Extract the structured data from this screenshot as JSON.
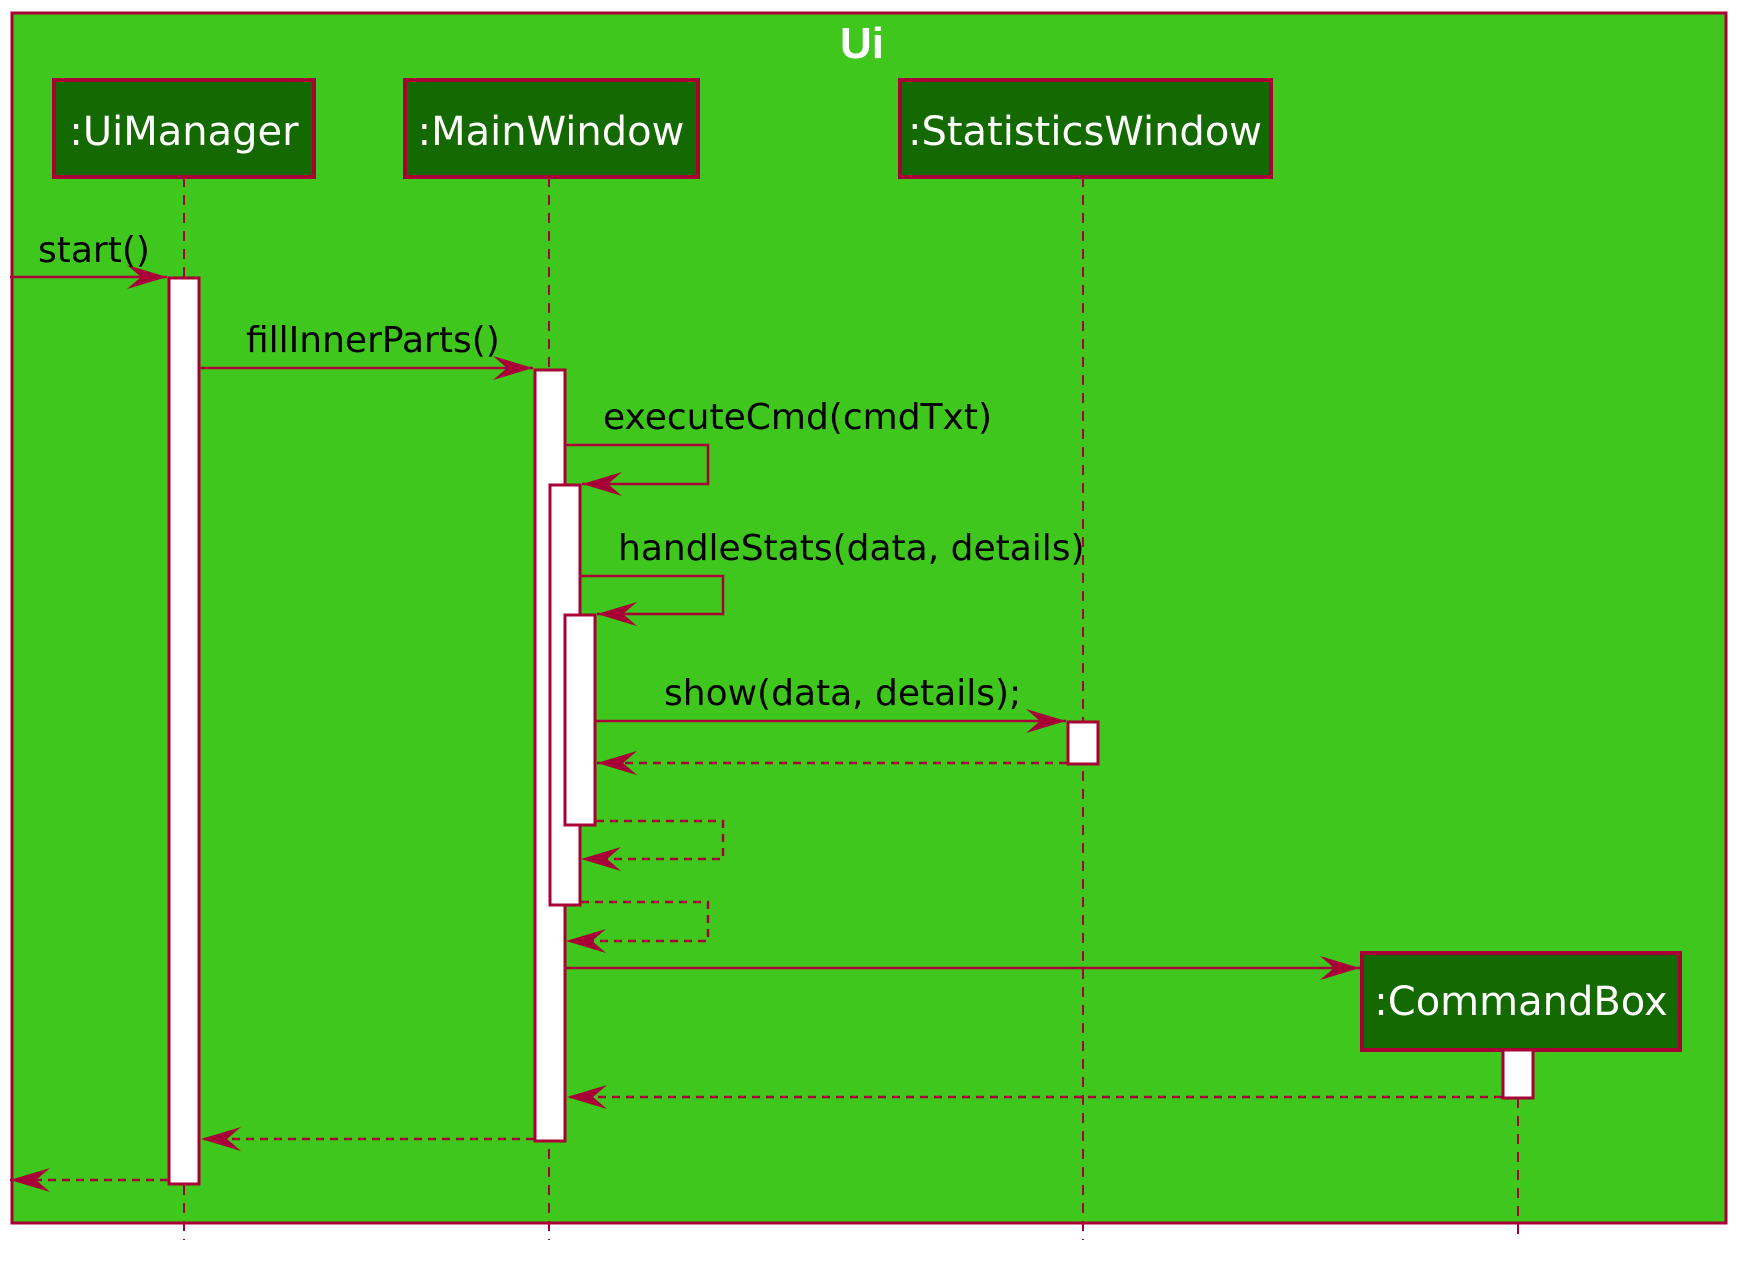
{
  "diagram": {
    "type": "sequence",
    "frame": {
      "title": "Ui"
    },
    "participants": [
      {
        "id": "uimanager",
        "label": ":UiManager"
      },
      {
        "id": "mainwindow",
        "label": ":MainWindow"
      },
      {
        "id": "statisticswindow",
        "label": ":StatisticsWindow"
      },
      {
        "id": "commandbox",
        "label": ":CommandBox",
        "created": true
      }
    ],
    "messages": [
      {
        "id": "start",
        "from": "external",
        "to": "uimanager",
        "label": "start()",
        "kind": "sync"
      },
      {
        "id": "fill-inner-parts",
        "from": "uimanager",
        "to": "mainwindow",
        "label": "fillInnerParts()",
        "kind": "sync"
      },
      {
        "id": "execute-cmd",
        "from": "mainwindow",
        "to": "mainwindow",
        "label": "executeCmd(cmdTxt)",
        "kind": "self"
      },
      {
        "id": "handle-stats",
        "from": "mainwindow",
        "to": "mainwindow",
        "label": "handleStats(data, details)",
        "kind": "self"
      },
      {
        "id": "show",
        "from": "mainwindow",
        "to": "statisticswindow",
        "label": "show(data, details);",
        "kind": "sync"
      },
      {
        "id": "show-return",
        "from": "statisticswindow",
        "to": "mainwindow",
        "label": "",
        "kind": "return"
      },
      {
        "id": "handle-stats-return",
        "from": "mainwindow",
        "to": "mainwindow",
        "label": "",
        "kind": "self-return"
      },
      {
        "id": "execute-cmd-return",
        "from": "mainwindow",
        "to": "mainwindow",
        "label": "",
        "kind": "self-return"
      },
      {
        "id": "create-commandbox",
        "from": "mainwindow",
        "to": "commandbox",
        "label": "",
        "kind": "create"
      },
      {
        "id": "commandbox-return",
        "from": "commandbox",
        "to": "mainwindow",
        "label": "",
        "kind": "return"
      },
      {
        "id": "fill-inner-parts-return",
        "from": "mainwindow",
        "to": "uimanager",
        "label": "",
        "kind": "return"
      },
      {
        "id": "start-return",
        "from": "uimanager",
        "to": "external",
        "label": "",
        "kind": "return"
      }
    ]
  },
  "colors": {
    "frame_fill": "#3fc71d",
    "frame_border": "#a80036",
    "participant_fill": "#146a00",
    "arrow": "#a80036",
    "activation_fill": "#ffffff",
    "label_text": "#000000",
    "participant_text": "#ffffff",
    "title_text": "#ffffff"
  }
}
